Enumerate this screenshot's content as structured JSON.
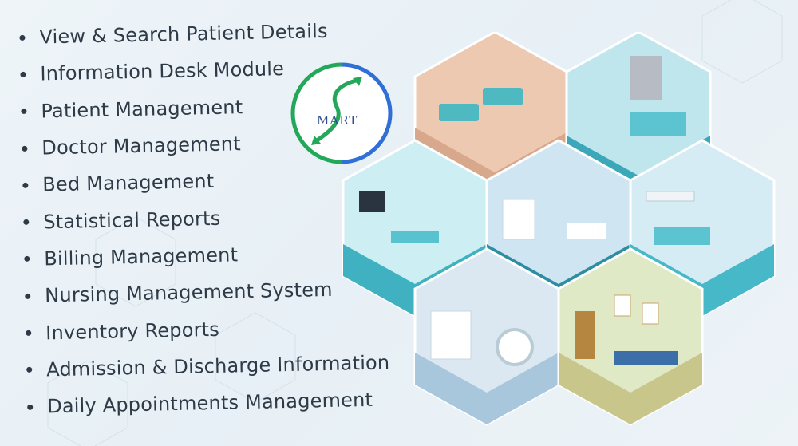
{
  "features": [
    "View & Search Patient Details",
    "Information Desk Module",
    "Patient Management",
    "Doctor Management",
    "Bed Management",
    "Statistical Reports",
    "Billing Management",
    "Nursing Management System",
    "Inventory Reports",
    "Admission & Discharge Information",
    "Daily Appointments Management"
  ],
  "logo": {
    "text": "MART"
  },
  "colors": {
    "logo_ring_blue": "#2f6fd6",
    "logo_ring_green": "#23a85a",
    "room_teal": "#47b8c8",
    "room_dark_teal": "#2d8ea3",
    "room_peach": "#eec9b1",
    "room_olive": "#c8c68a"
  },
  "rooms": [
    {
      "icon": "patient-ward-icon"
    },
    {
      "icon": "reception-desk-icon"
    },
    {
      "icon": "ultrasound-room-icon"
    },
    {
      "icon": "doctor-office-icon"
    },
    {
      "icon": "laboratory-icon"
    },
    {
      "icon": "mri-scanner-icon"
    },
    {
      "icon": "waiting-room-icon"
    }
  ]
}
